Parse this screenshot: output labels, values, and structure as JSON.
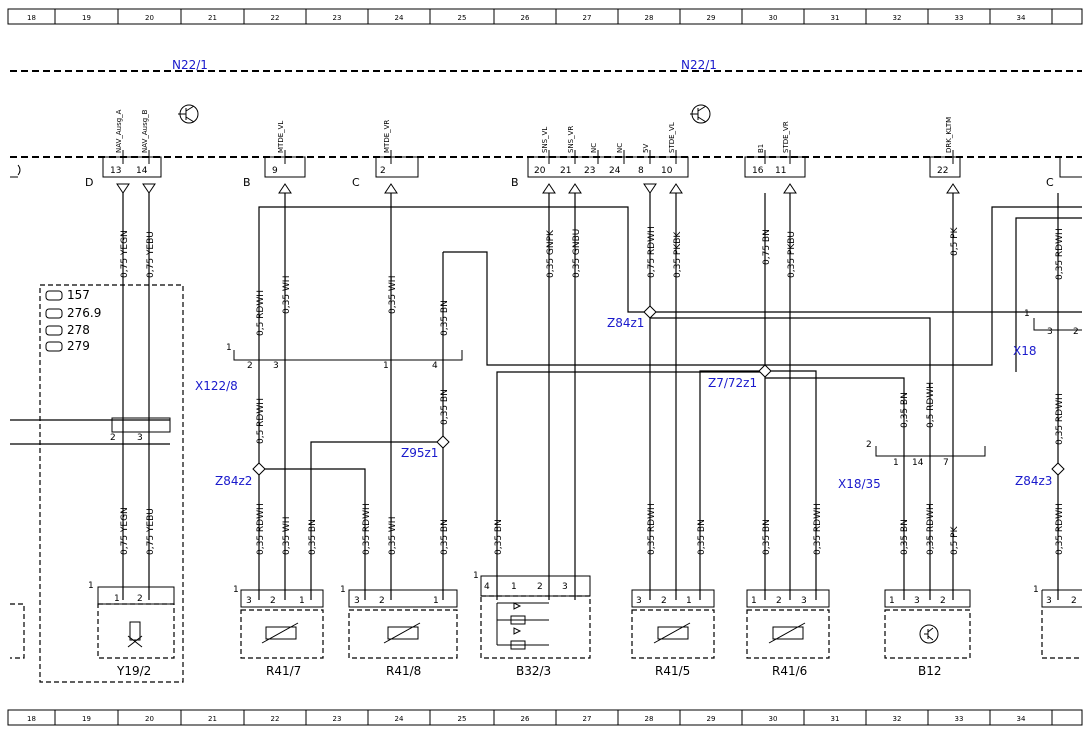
{
  "grid_top": [
    "18",
    "19",
    "20",
    "21",
    "22",
    "23",
    "24",
    "25",
    "26",
    "27",
    "28",
    "29",
    "30",
    "31",
    "32",
    "33",
    "34"
  ],
  "grid_bottom": [
    "18",
    "19",
    "20",
    "21",
    "22",
    "23",
    "24",
    "25",
    "26",
    "27",
    "28",
    "29",
    "30",
    "31",
    "32",
    "33",
    "34"
  ],
  "bus_labels": [
    "N22/1",
    "N22/1"
  ],
  "signals": [
    "NAV_Ausg_A",
    "NAV_Ausg_B",
    "MTDE_VL",
    "MTDE_VR",
    "SNS_VL",
    "SNS_VR",
    "NC",
    "NC",
    "5V",
    "STDE_VL",
    "B1",
    "STDE_VR",
    "DRK_KLTM"
  ],
  "pins": [
    "13",
    "14",
    "9",
    "2",
    "20",
    "21",
    "23",
    "24",
    "8",
    "10",
    "16",
    "11",
    "22"
  ],
  "connector_letters": [
    "D",
    "B",
    "C",
    "B",
    "C"
  ],
  "wires_upper": [
    "0,75 YEGN",
    "0,75 YEBU",
    "0,5 RDWH",
    "0,35 WH",
    "0,35 WH",
    "0,35 BN",
    "0,35 GNPK",
    "0,35 GNBU",
    "0,75 RDWH",
    "0,35 PKBK",
    "0,75 BN",
    "0,35 PKBU",
    "0,5 PK",
    "0,35 RDWH"
  ],
  "wires_mid": [
    "0,5 RDWH",
    "0,35 BN",
    "0,35 BN",
    "0,5 RDWH",
    "0,35 RDWH"
  ],
  "wires_lower": [
    "0,75 YEGN",
    "0,75 YEBU",
    "0,35 RDWH",
    "0,35 WH",
    "0,35 BN",
    "0,35 RDWH",
    "0,35 WH",
    "0,35 BN",
    "0,35 BN",
    "0,35 RDWH",
    "0,35 BN",
    "0,35 BN",
    "0,35 RDWH",
    "0,35 BN",
    "0,35 RDWH",
    "0,5 PK",
    "0,35 RDWH"
  ],
  "engine_variants": [
    "157",
    "276.9",
    "278",
    "279"
  ],
  "splices": [
    "Z84z1",
    "Z7/72z1",
    "Z95z1",
    "Z84z2",
    "Z84z3"
  ],
  "connectors": [
    "X122/8",
    "X18",
    "X18/35"
  ],
  "connector_pins": {
    "x122": [
      "1",
      "2",
      "3",
      "1",
      "4"
    ],
    "x18": [
      "1",
      "3",
      "2"
    ],
    "x1835": [
      "2",
      "1",
      "14",
      "7"
    ],
    "y19conn": [
      "2",
      "3"
    ]
  },
  "components": [
    "Y19/2",
    "R41/7",
    "R41/8",
    "B32/3",
    "R41/5",
    "R41/6",
    "B12"
  ],
  "component_pins": {
    "y19": [
      "1",
      "1",
      "2"
    ],
    "r417": [
      "1",
      "3",
      "2",
      "1"
    ],
    "r418": [
      "1",
      "3",
      "2",
      "1"
    ],
    "b323": [
      "1",
      "4",
      "1",
      "2",
      "3"
    ],
    "r415": [
      "3",
      "2",
      "1"
    ],
    "r416": [
      "1",
      "2",
      "3"
    ],
    "b12": [
      "1",
      "3",
      "2"
    ],
    "edge": [
      "1",
      "3",
      "2"
    ]
  }
}
